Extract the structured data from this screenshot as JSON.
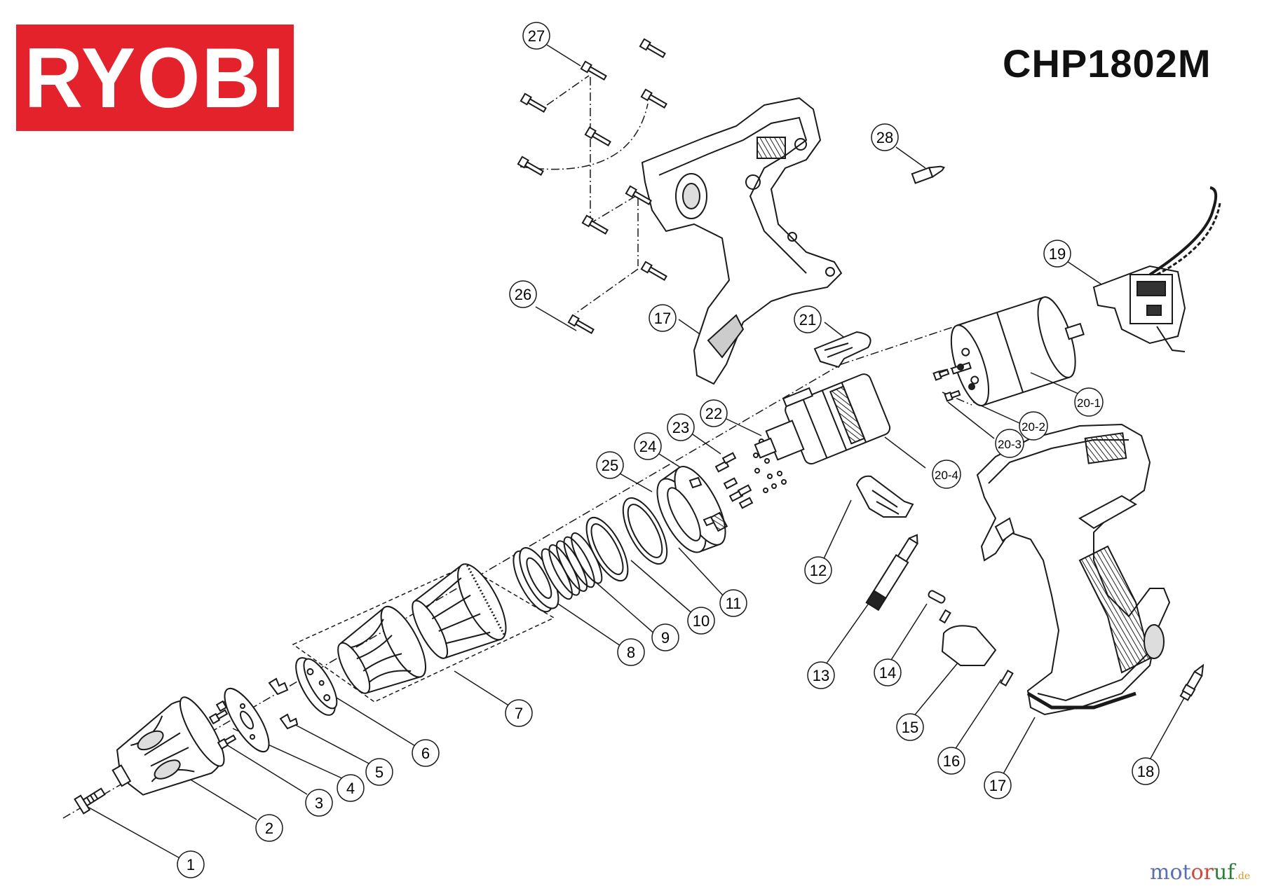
{
  "brand": {
    "logo_text": "RYOBI",
    "logo_color": "#e3222b"
  },
  "model": "CHP1802M",
  "watermark": {
    "part1": "mot",
    "part2": "or",
    "part3": "uf",
    "part4": ".de"
  },
  "callouts": [
    {
      "id": "c1",
      "label": "1"
    },
    {
      "id": "c2",
      "label": "2"
    },
    {
      "id": "c3",
      "label": "3"
    },
    {
      "id": "c4",
      "label": "4"
    },
    {
      "id": "c5",
      "label": "5"
    },
    {
      "id": "c6",
      "label": "6"
    },
    {
      "id": "c7",
      "label": "7"
    },
    {
      "id": "c8",
      "label": "8"
    },
    {
      "id": "c9",
      "label": "9"
    },
    {
      "id": "c10",
      "label": "10"
    },
    {
      "id": "c11",
      "label": "11"
    },
    {
      "id": "c12",
      "label": "12"
    },
    {
      "id": "c13",
      "label": "13"
    },
    {
      "id": "c14",
      "label": "14"
    },
    {
      "id": "c15",
      "label": "15"
    },
    {
      "id": "c16",
      "label": "16"
    },
    {
      "id": "c17a",
      "label": "17"
    },
    {
      "id": "c17b",
      "label": "17"
    },
    {
      "id": "c18",
      "label": "18"
    },
    {
      "id": "c19",
      "label": "19"
    },
    {
      "id": "c201",
      "label": "20-1"
    },
    {
      "id": "c202",
      "label": "20-2"
    },
    {
      "id": "c203",
      "label": "20-3"
    },
    {
      "id": "c204",
      "label": "20-4"
    },
    {
      "id": "c21",
      "label": "21"
    },
    {
      "id": "c22",
      "label": "22"
    },
    {
      "id": "c23",
      "label": "23"
    },
    {
      "id": "c24",
      "label": "24"
    },
    {
      "id": "c25",
      "label": "25"
    },
    {
      "id": "c26",
      "label": "26"
    },
    {
      "id": "c27",
      "label": "27"
    },
    {
      "id": "c28",
      "label": "28"
    }
  ]
}
